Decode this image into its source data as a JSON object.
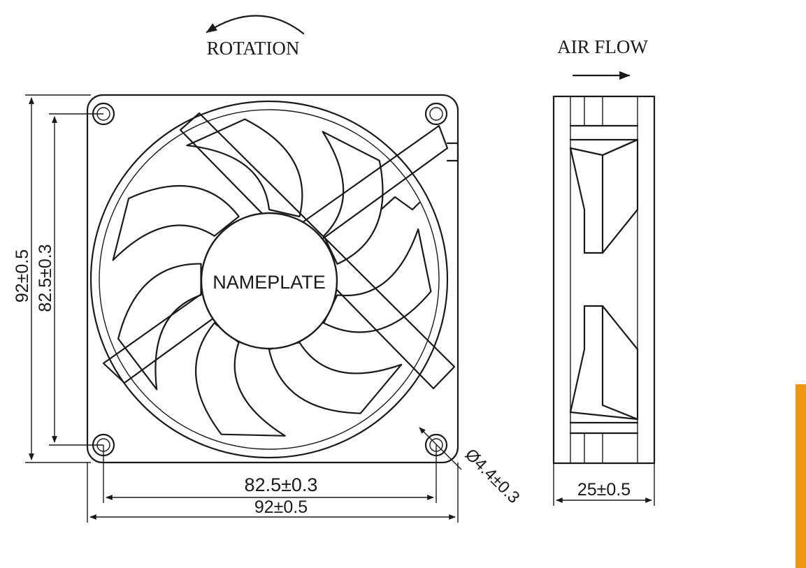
{
  "labels": {
    "rotation": "ROTATION",
    "air_flow": "AIR FLOW",
    "nameplate": "NAMEPLATE"
  },
  "dimensions": {
    "outer_height": "92±0.5",
    "hole_spacing_vertical": "82.5±0.3",
    "hole_spacing_horizontal": "82.5±0.3",
    "outer_width": "92±0.5",
    "hole_diameter": "Ø4.4±0.3",
    "depth": "25±0.5"
  },
  "colors": {
    "line": "#1a1a1a",
    "accent": "#f0960f"
  }
}
